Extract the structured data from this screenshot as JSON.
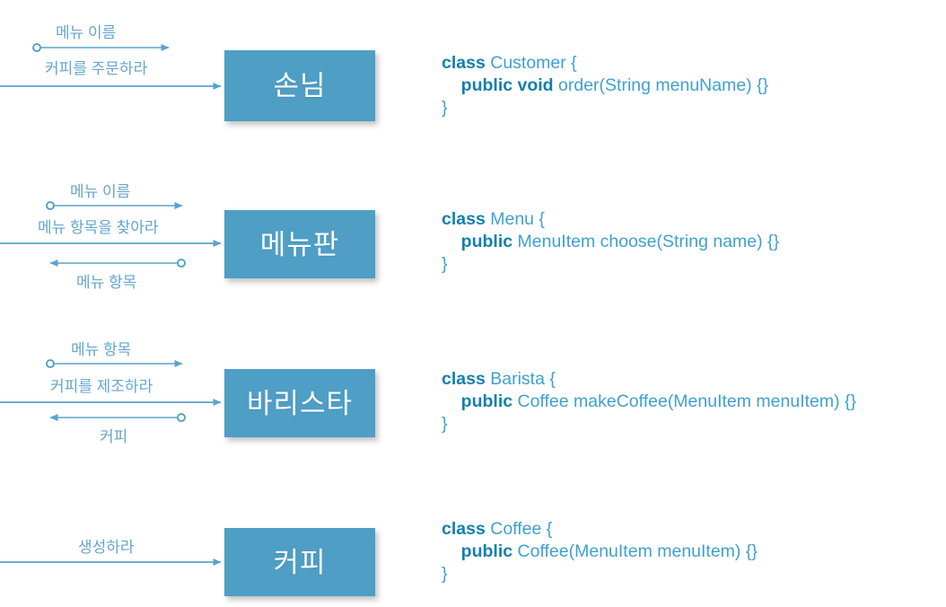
{
  "diagram": {
    "type": "sequence-collaboration-diagram",
    "palette": {
      "box_fill": "#4e9ec6",
      "box_text": "#ffffff",
      "arrow": "#5ba3cc",
      "message_label": "#64a6cc",
      "code_keyword": "#1580ad",
      "code_identifier": "#3fa0d0",
      "background": "#ffffff"
    },
    "groups": [
      {
        "actor": "손님",
        "messages": [
          {
            "text": "메뉴 이름",
            "direction": "right",
            "style": "short-return"
          },
          {
            "text": "커피를 주문하라",
            "direction": "right",
            "style": "long-call"
          }
        ],
        "code": {
          "lines": [
            [
              {
                "t": "class",
                "k": true
              },
              {
                "t": " Customer {",
                "k": false
              }
            ],
            [
              {
                "t": "    ",
                "k": false
              },
              {
                "t": "public void",
                "k": true
              },
              {
                "t": " order(String menuName) {}",
                "k": false
              }
            ],
            [
              {
                "t": "}",
                "k": false
              }
            ]
          ],
          "text": "class Customer {\n    public void order(String menuName) {}\n}"
        }
      },
      {
        "actor": "메뉴판",
        "messages": [
          {
            "text": "메뉴 이름",
            "direction": "right",
            "style": "short-return"
          },
          {
            "text": "메뉴 항목을 찾아라",
            "direction": "right",
            "style": "long-call"
          },
          {
            "text": "메뉴 항목",
            "direction": "left",
            "style": "short-return-back"
          }
        ],
        "code": {
          "lines": [
            [
              {
                "t": "class",
                "k": true
              },
              {
                "t": " Menu {",
                "k": false
              }
            ],
            [
              {
                "t": "    ",
                "k": false
              },
              {
                "t": "public",
                "k": true
              },
              {
                "t": " MenuItem choose(String name) {}",
                "k": false
              }
            ],
            [
              {
                "t": "}",
                "k": false
              }
            ]
          ],
          "text": "class Menu {\n    public MenuItem choose(String name) {}\n}"
        }
      },
      {
        "actor": "바리스타",
        "messages": [
          {
            "text": "메뉴 항목",
            "direction": "right",
            "style": "short-return"
          },
          {
            "text": "커피를 제조하라",
            "direction": "right",
            "style": "long-call"
          },
          {
            "text": "커피",
            "direction": "left",
            "style": "short-return-back"
          }
        ],
        "code": {
          "lines": [
            [
              {
                "t": "class",
                "k": true
              },
              {
                "t": " Barista {",
                "k": false
              }
            ],
            [
              {
                "t": "    ",
                "k": false
              },
              {
                "t": "public",
                "k": true
              },
              {
                "t": " Coffee makeCoffee(MenuItem menuItem) {}",
                "k": false
              }
            ],
            [
              {
                "t": "}",
                "k": false
              }
            ]
          ],
          "text": "class Barista {\n    public Coffee makeCoffee(MenuItem menuItem) {}\n}"
        }
      },
      {
        "actor": "커피",
        "messages": [
          {
            "text": "생성하라",
            "direction": "right",
            "style": "long-call"
          }
        ],
        "code": {
          "lines": [
            [
              {
                "t": "class",
                "k": true
              },
              {
                "t": " Coffee {",
                "k": false
              }
            ],
            [
              {
                "t": "    ",
                "k": false
              },
              {
                "t": "public",
                "k": true
              },
              {
                "t": " Coffee(MenuItem menuItem) {}",
                "k": false
              }
            ],
            [
              {
                "t": "}",
                "k": false
              }
            ]
          ],
          "text": "class Coffee {\n    public Coffee(MenuItem menuItem) {}\n}"
        }
      }
    ]
  }
}
